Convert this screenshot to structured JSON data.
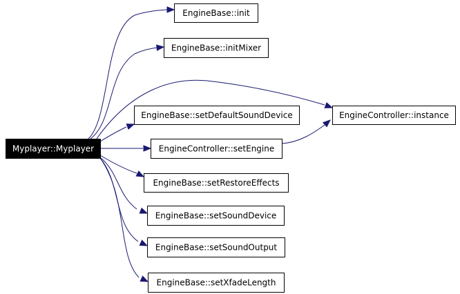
{
  "diagram": {
    "root": {
      "id": "myplayer",
      "label": "Myplayer::Myplayer"
    },
    "nodes": [
      {
        "id": "init",
        "label": "EngineBase::init"
      },
      {
        "id": "initMixer",
        "label": "EngineBase::initMixer"
      },
      {
        "id": "setDefaultSoundDevice",
        "label": "EngineBase::setDefaultSoundDevice"
      },
      {
        "id": "setEngine",
        "label": "EngineController::setEngine"
      },
      {
        "id": "instance",
        "label": "EngineController::instance"
      },
      {
        "id": "setRestoreEffects",
        "label": "EngineBase::setRestoreEffects"
      },
      {
        "id": "setSoundDevice",
        "label": "EngineBase::setSoundDevice"
      },
      {
        "id": "setSoundOutput",
        "label": "EngineBase::setSoundOutput"
      },
      {
        "id": "setXfadeLength",
        "label": "EngineBase::setXfadeLength"
      }
    ],
    "edges": [
      {
        "from": "myplayer",
        "to": "init"
      },
      {
        "from": "myplayer",
        "to": "initMixer"
      },
      {
        "from": "myplayer",
        "to": "instance"
      },
      {
        "from": "myplayer",
        "to": "setDefaultSoundDevice"
      },
      {
        "from": "myplayer",
        "to": "setEngine"
      },
      {
        "from": "myplayer",
        "to": "setRestoreEffects"
      },
      {
        "from": "myplayer",
        "to": "setSoundDevice"
      },
      {
        "from": "myplayer",
        "to": "setSoundOutput"
      },
      {
        "from": "myplayer",
        "to": "setXfadeLength"
      },
      {
        "from": "setEngine",
        "to": "instance"
      }
    ],
    "colors": {
      "edge": "#191970",
      "root_fill": "#000000",
      "root_text": "#ffffff",
      "node_fill": "#ffffff",
      "node_border": "#000000"
    }
  }
}
